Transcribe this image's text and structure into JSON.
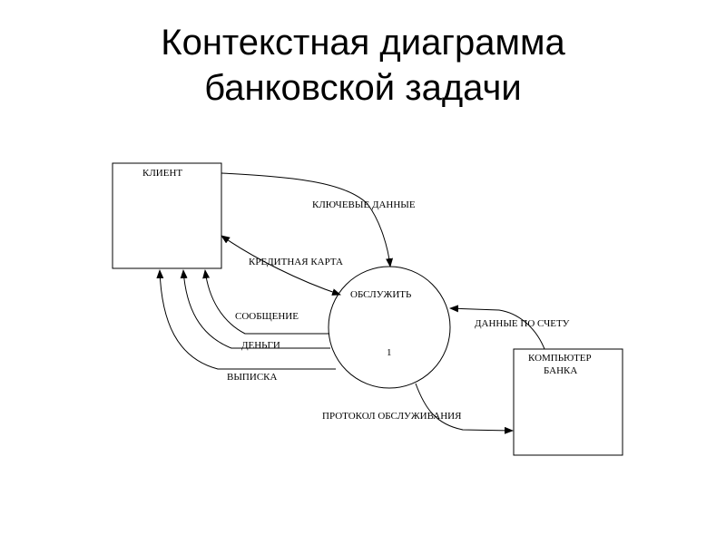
{
  "title": {
    "line1": "Контекстная диаграмма",
    "line2": "банковской задачи"
  },
  "diagram": {
    "entities": {
      "client": "КЛИЕНТ",
      "bank_computer_line1": "КОМПЬЮТЕР",
      "bank_computer_line2": "БАНКА"
    },
    "process": {
      "label": "ОБСЛУЖИТЬ",
      "number": "1"
    },
    "flows": {
      "key_data": "КЛЮЧЕВЫЕ ДАННЫЕ",
      "credit_card": "КРЕДИТНАЯ КАРТА",
      "message": "СООБЩЕНИЕ",
      "money": "ДЕНЬГИ",
      "statement": "ВЫПИСКА",
      "account_data": "ДАННЫЕ ПО СЧЕТУ",
      "service_log": "ПРОТОКОЛ ОБСЛУЖИВАНИЯ"
    }
  },
  "colors": {
    "background": "#ffffff",
    "ink": "#000000"
  }
}
